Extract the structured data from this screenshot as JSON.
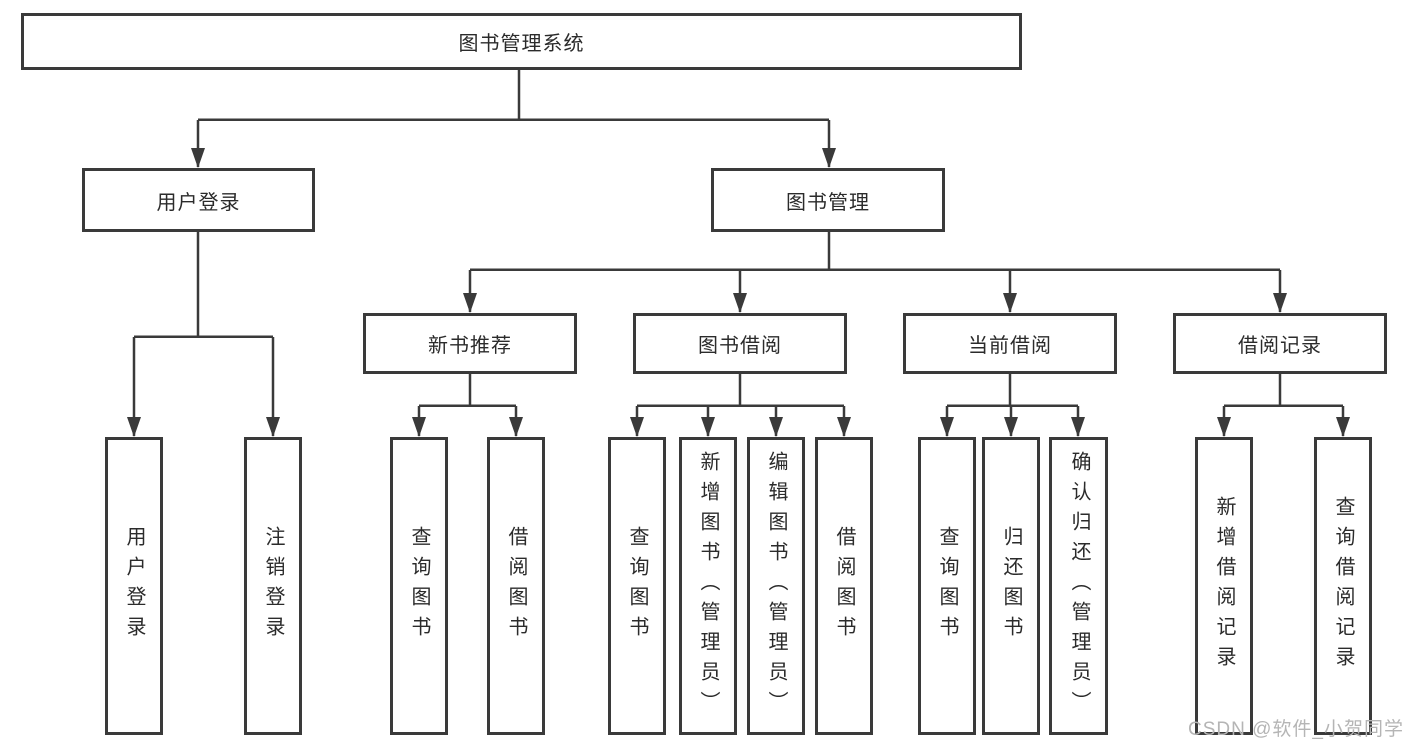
{
  "diagram": {
    "root": {
      "label": "图书管理系统"
    },
    "level2": [
      {
        "label": "用户登录"
      },
      {
        "label": "图书管理"
      }
    ],
    "level3": [
      {
        "label": "新书推荐"
      },
      {
        "label": "图书借阅"
      },
      {
        "label": "当前借阅"
      },
      {
        "label": "借阅记录"
      }
    ],
    "leaves": {
      "user_login": [
        "用户登录",
        "注销登录"
      ],
      "new_book_recommend": [
        "查询图书",
        "借阅图书"
      ],
      "book_borrow": [
        "查询图书",
        "新增图书（管理员）",
        "编辑图书（管理员）",
        "借阅图书"
      ],
      "current_borrow": [
        "查询图书",
        "归还图书",
        "确认归还（管理员）"
      ],
      "borrow_records": [
        "新增借阅记录",
        "查询借阅记录"
      ]
    }
  },
  "watermark": {
    "text": "CSDN @软件_小贺同学"
  },
  "colors": {
    "line": "#3a3a3a",
    "text": "#2b2b2b",
    "box_background": "#ffffff",
    "page_background": "#ffffff",
    "watermark": "#b5b5b5"
  }
}
